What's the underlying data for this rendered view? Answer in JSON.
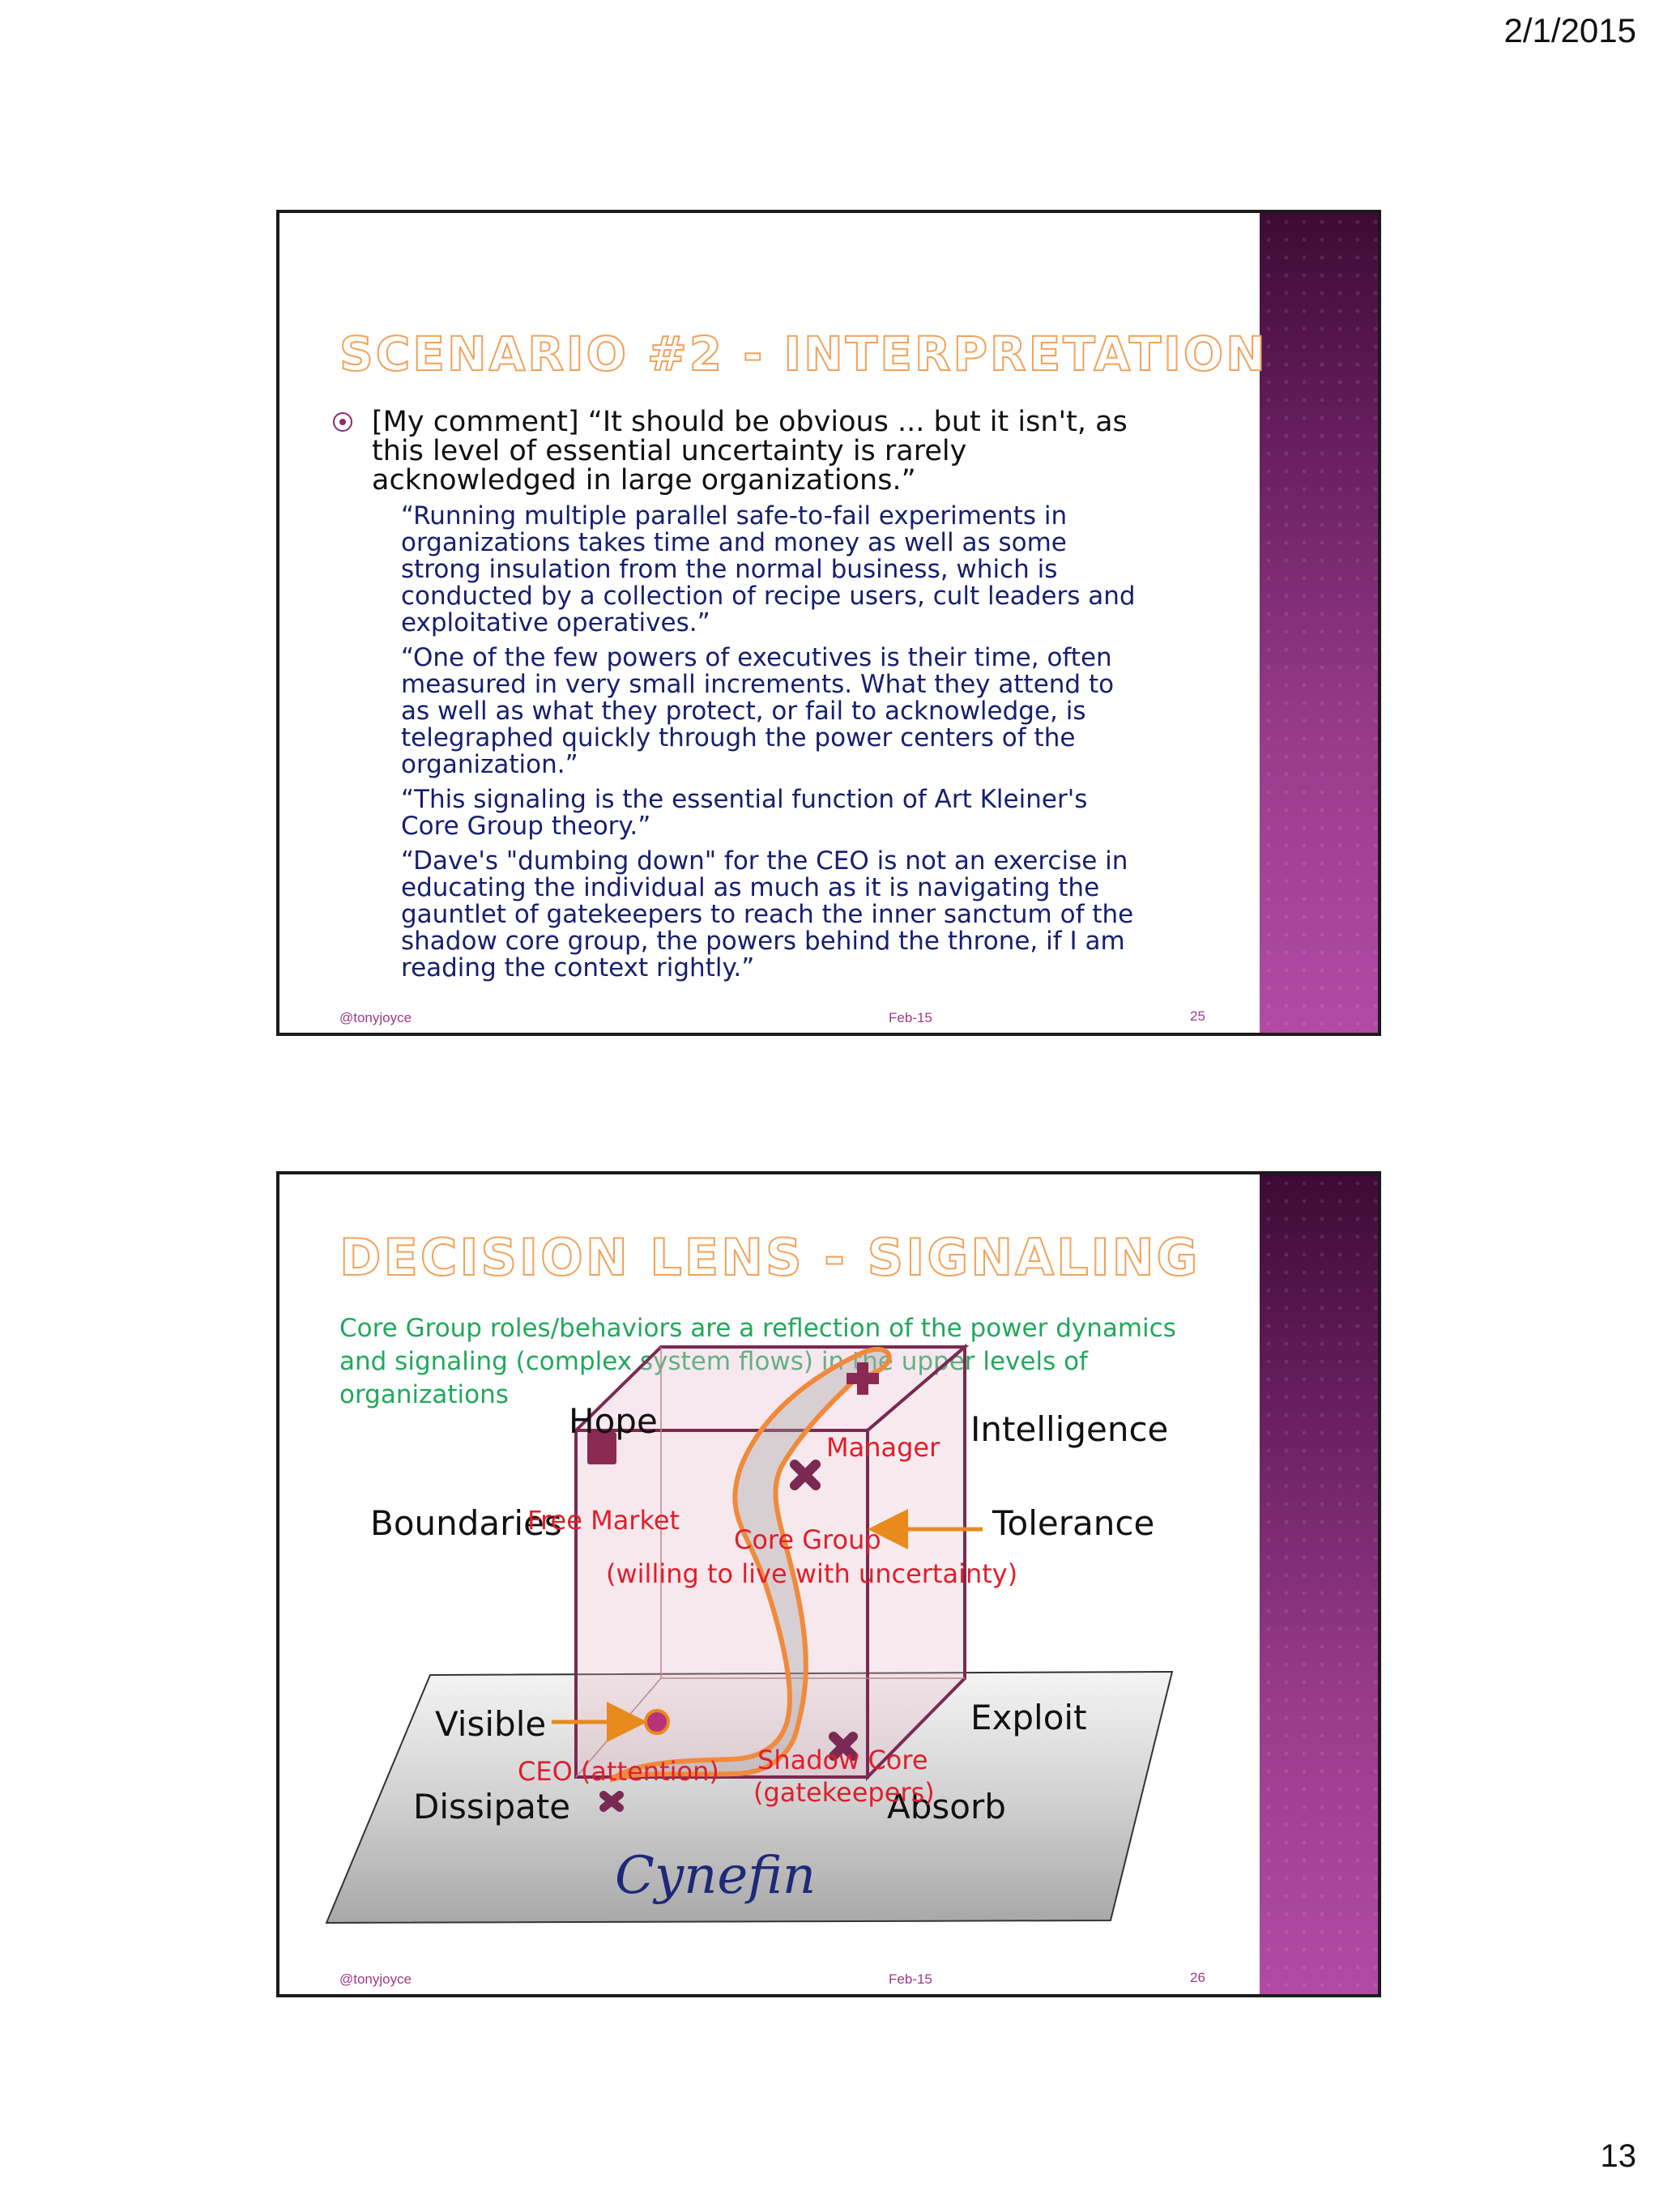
{
  "page": {
    "date": "2/1/2015",
    "number": "13"
  },
  "slide1": {
    "title": "Scenario #2 - Interpretation",
    "bullet": "[My comment] “It should be obvious ... but it isn't, as this level of essential uncertainty is rarely acknowledged in large organizations.”",
    "sub_bullets": [
      "“Running multiple parallel safe-to-fail experiments in organizations takes time and money as well as some strong insulation from the normal business, which is conducted by a collection of recipe users, cult leaders and exploitative operatives.”",
      "“One of the few powers of executives is their time, often measured in very small increments. What they attend to as well as what they protect, or fail to acknowledge, is telegraphed quickly through the power centers of the organization.”",
      "“This signaling is the essential function of Art Kleiner's Core Group theory.”",
      "“Dave's \"dumbing down\" for the CEO is not an exercise in educating the individual as much as it is navigating the gauntlet of gatekeepers to reach the inner sanctum of the shadow core group, the powers behind the throne, if I am reading the context rightly.”"
    ],
    "footer": {
      "author": "@tonyjoyce",
      "date": "Feb-15",
      "number": "25"
    }
  },
  "slide2": {
    "title": "Decision Lens - Signaling",
    "subtitle": "Core Group roles/behaviors are a reflection of the power dynamics and signaling (complex system flows) in the upper levels of organizations",
    "diagram": {
      "labels": {
        "hope": "Hope",
        "intelligence": "Intelligence",
        "boundaries": "Boundaries",
        "tolerance": "Tolerance",
        "visible": "Visible",
        "exploit": "Exploit",
        "dissipate": "Dissipate",
        "absorb": "Absorb",
        "cynefin": "Cynefin"
      },
      "roles": {
        "manager": "Manager",
        "free_market": "Free Market",
        "core_group": "Core Group",
        "core_group_note": "(willing to live with uncertainty)",
        "ceo": "CEO (attention)",
        "shadow_core": "Shadow Core",
        "shadow_core_note": "(gatekeepers)"
      },
      "colors": {
        "cube": "#7a2a52",
        "flow": "#f08a3c",
        "role_text": "#e01e2a",
        "arrow": "#e88a1c"
      }
    },
    "footer": {
      "author": "@tonyjoyce",
      "date": "Feb-15",
      "number": "26"
    }
  }
}
